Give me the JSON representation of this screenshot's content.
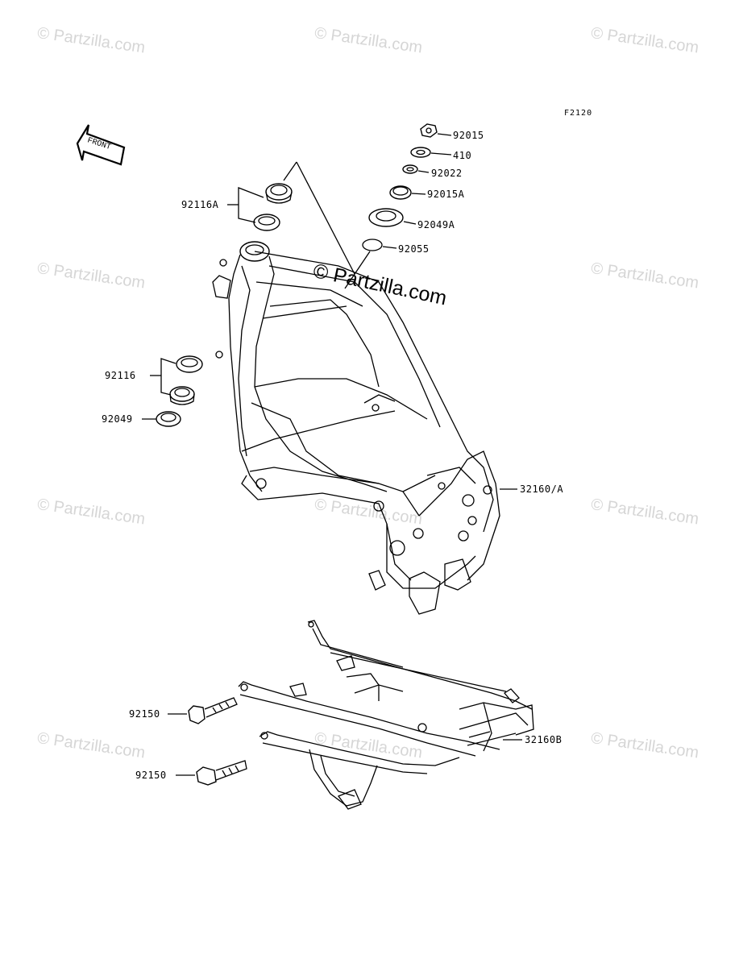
{
  "diagram_code": "F2120",
  "front_arrow_text": "FRONT",
  "watermark_small": "© Partzilla.com",
  "watermark_main": "© Partzilla.com",
  "callouts": [
    {
      "id": "nut-top",
      "label": "92015"
    },
    {
      "id": "washer",
      "label": "410"
    },
    {
      "id": "lock-washer",
      "label": "92022"
    },
    {
      "id": "nut-adjust",
      "label": "92015A"
    },
    {
      "id": "seal-upper",
      "label": "92049A"
    },
    {
      "id": "o-ring",
      "label": "92055"
    },
    {
      "id": "bearing-upper",
      "label": "92116A"
    },
    {
      "id": "bearing-lower",
      "label": "92116"
    },
    {
      "id": "seal-lower",
      "label": "92049"
    },
    {
      "id": "main-frame",
      "label": "32160/A"
    },
    {
      "id": "bolt-upper",
      "label": "92150"
    },
    {
      "id": "bolt-lower",
      "label": "92150"
    },
    {
      "id": "sub-frame",
      "label": "32160B"
    }
  ]
}
